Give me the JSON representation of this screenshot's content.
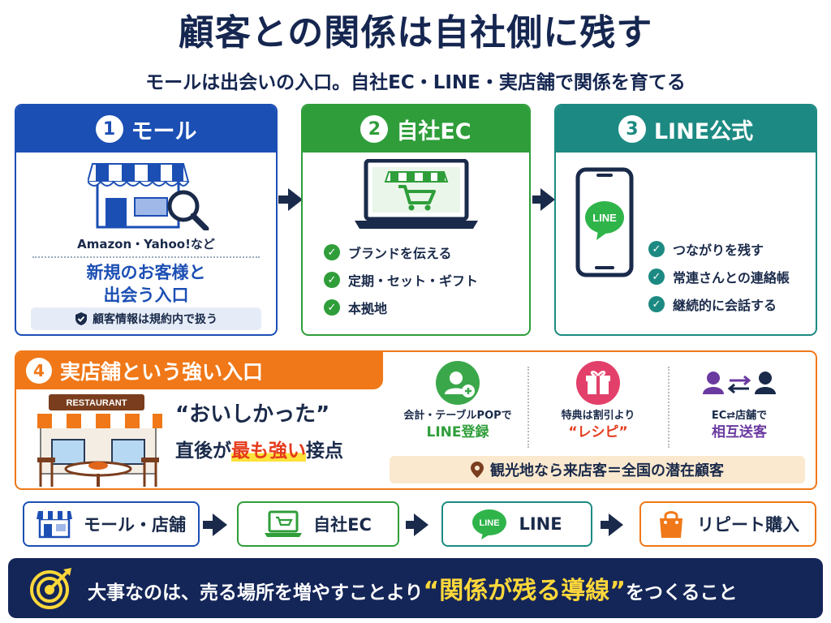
{
  "title": "顧客との関係は自社側に残す",
  "subtitle": "モールは出会いの入口。自社EC・LINE・実店舗で関係を育てる",
  "colors": {
    "navy": "#142558",
    "blue": "#1c4fb4",
    "green": "#2f9e3a",
    "teal": "#1c8a82",
    "orange": "#f07818",
    "red": "#e53a1c",
    "yellow": "#ffd83a"
  },
  "mall": {
    "number": "1",
    "title": "モール",
    "icon": "storefront-search-icon",
    "brands": "Amazon・Yahoo!など",
    "main_line1": "新規のお客様と",
    "main_line2": "出会う入口",
    "note": "顧客情報は規約内で扱う",
    "note_icon": "shield-check-icon"
  },
  "ec": {
    "number": "2",
    "title": "自社EC",
    "icon": "laptop-cart-icon",
    "items": [
      "ブランドを伝える",
      "定期・セット・ギフト",
      "本拠地"
    ]
  },
  "line": {
    "number": "3",
    "title": "LINE公式",
    "icon": "smartphone-line-icon",
    "badge": "LINE",
    "items": [
      "つながりを残す",
      "常連さんとの連絡帳",
      "継続的に会話する"
    ]
  },
  "store": {
    "number": "4",
    "title": "実店舗という強い入口",
    "icon": "restaurant-icon",
    "sign": "RESTAURANT",
    "quote": "“おいしかった”",
    "line_a": "直後が",
    "line_highlight": "最も強い",
    "line_b": "接点",
    "sub1_small": "会計・テーブルPOPで",
    "sub1_big": "LINE登録",
    "sub2_small": "特典は割引より",
    "sub2_big": "“レシピ”",
    "sub3_small": "EC⇄店舗で",
    "sub3_big": "相互送客",
    "tourist": "観光地なら来店客＝全国の潜在顧客"
  },
  "flow": {
    "items": [
      {
        "label": "モール・店舗",
        "icon": "store-icon"
      },
      {
        "label": "自社EC",
        "icon": "laptop-cart-icon"
      },
      {
        "label": "LINE",
        "icon": "line-logo-icon"
      },
      {
        "label": "リピート購入",
        "icon": "shopping-bag-icon"
      }
    ]
  },
  "bottom": {
    "text_a": "大事なのは、売る場所を増やすことより",
    "highlight": "“関係が残る導線”",
    "text_b": "をつくること",
    "icon": "target-icon"
  }
}
